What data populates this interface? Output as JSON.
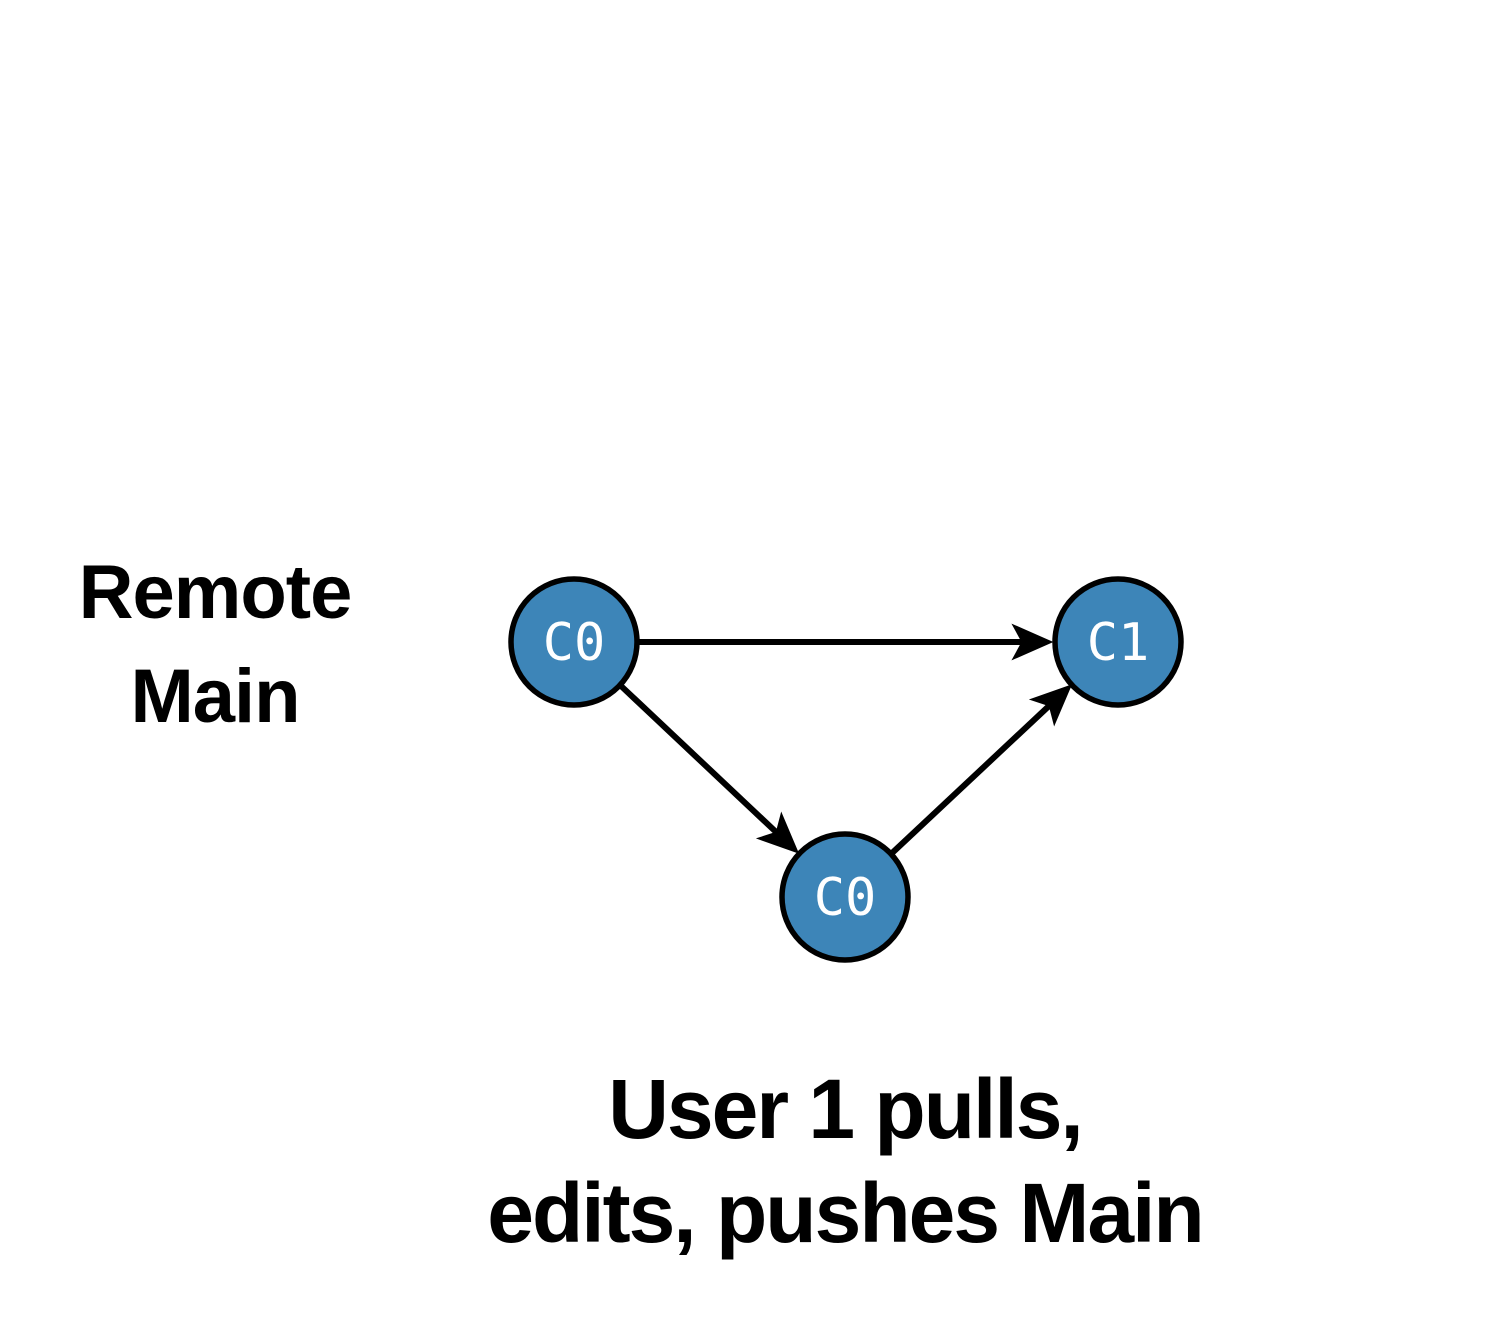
{
  "diagram": {
    "side_label": {
      "line1": "Remote",
      "line2": "Main"
    },
    "caption": {
      "line1": "User 1 pulls,",
      "line2": "edits, pushes Main"
    },
    "nodes": [
      {
        "id": "remote-c0",
        "label": "C0"
      },
      {
        "id": "remote-c1",
        "label": "C1"
      },
      {
        "id": "local-c0",
        "label": "C0"
      }
    ],
    "edges": [
      {
        "from": "remote-c0",
        "to": "remote-c1"
      },
      {
        "from": "remote-c0",
        "to": "local-c0"
      },
      {
        "from": "local-c0",
        "to": "remote-c1"
      }
    ],
    "colors": {
      "background": "#ffffff",
      "node_fill": "#3d85b8",
      "node_stroke": "#000000",
      "node_label": "#ffffff",
      "edge": "#000000",
      "text": "#000000"
    }
  }
}
